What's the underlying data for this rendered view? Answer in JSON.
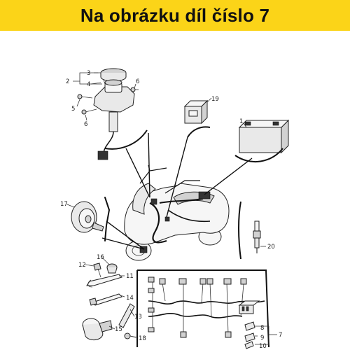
{
  "banner": {
    "text": "Na obrázku díl číslo 7",
    "background": "#fbd418"
  },
  "callouts": {
    "n1": "1",
    "n2": "2",
    "n3": "3",
    "n4": "4",
    "n5": "5",
    "n6a": "6",
    "n6b": "6",
    "n7": "7",
    "n8": "8",
    "n9": "9",
    "n10": "10",
    "n11": "11",
    "n12": "12",
    "n13": "13",
    "n14": "14",
    "n15": "15",
    "n16": "16",
    "n17": "17",
    "n18": "18",
    "n19": "19",
    "n20": "20"
  }
}
